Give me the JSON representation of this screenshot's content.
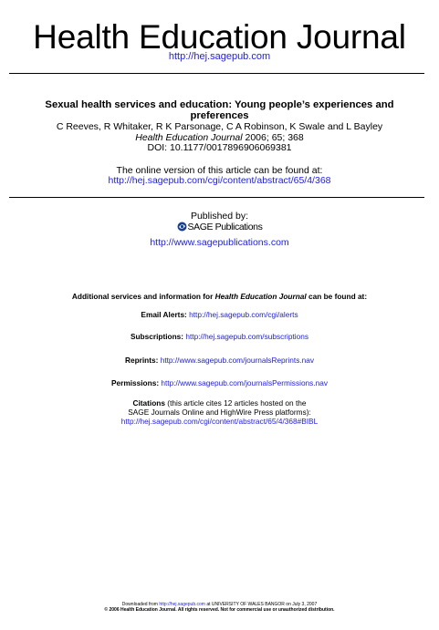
{
  "header": {
    "journal_title": "Health Education Journal",
    "journal_url": "http://hej.sagepub.com"
  },
  "article": {
    "title_line1": "Sexual health services and education: Young people’s experiences and",
    "title_line2": "preferences",
    "authors": "C Reeves, R Whitaker, R K Parsonage, C A Robinson, K Swale and L Bayley",
    "journal_name": "Health Education Journal",
    "volume_info": " 2006; 65; 368",
    "doi": "DOI: 10.1177/0017896906069381"
  },
  "online": {
    "label": "The online version of this article can be found at:",
    "url": "http://hej.sagepub.com/cgi/content/abstract/65/4/368"
  },
  "publisher": {
    "label": "Published by:",
    "name": "SAGE Publications",
    "url": "http://www.sagepublications.com"
  },
  "services": {
    "heading_prefix": "Additional services and information for ",
    "heading_journal": "Health Education Journal",
    "heading_suffix": " can be found at:",
    "email_alerts_label": "Email Alerts:",
    "email_alerts_url": "http://hej.sagepub.com/cgi/alerts",
    "subscriptions_label": "Subscriptions:",
    "subscriptions_url": "http://hej.sagepub.com/subscriptions",
    "reprints_label": "Reprints:",
    "reprints_url": "http://www.sagepub.com/journalsReprints.nav",
    "permissions_label": "Permissions:",
    "permissions_url": "http://www.sagepub.com/journalsPermissions.nav",
    "citations_label": "Citations",
    "citations_text1": " (this article cites 12 articles hosted on the",
    "citations_text2": "SAGE Journals Online and HighWire Press platforms):",
    "citations_url": "http://hej.sagepub.com/cgi/content/abstract/65/4/368#BIBL"
  },
  "footer": {
    "downloaded_prefix": "Downloaded from ",
    "downloaded_url": "http://hej.sagepub.com",
    "downloaded_suffix": " at UNIVERSITY OF WALES BANGOR on July 3, 2007",
    "copyright": "© 2006 Health Education Journal. All rights reserved. Not for commercial use or unauthorized distribution."
  },
  "colors": {
    "link": "#1a1aff",
    "text": "#000000",
    "logo": "#1a3f8f"
  },
  "icons": {
    "publisher_logo": "sage-logo-icon"
  }
}
